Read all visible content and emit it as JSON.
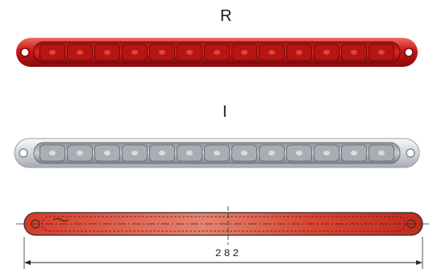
{
  "variants": [
    {
      "label": "R",
      "lens_color": "#d61f1f",
      "led_count": 13
    },
    {
      "label": "I",
      "lens_color": "#c9ccd0",
      "led_count": 13
    }
  ],
  "technical_drawing": {
    "length_dimension": "282",
    "lens_color": "#d84a36"
  }
}
